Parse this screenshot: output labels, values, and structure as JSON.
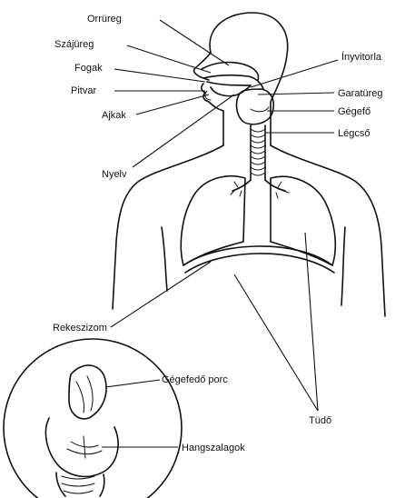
{
  "labels": {
    "orrureg": "Orrüreg",
    "szajureg": "Szájüreg",
    "fogak": "Fogak",
    "pitvar": "Pitvar",
    "ajkak": "Ajkak",
    "nyelv": "Nyelv",
    "nyvitorla": "Ínyvitorla",
    "garatureg": "Garatüreg",
    "gegefo": "Gégefő",
    "legcso": "Légcső",
    "rekeszizom": "Rekeszizom",
    "tudo": "Tüdő",
    "gegefedo_porc": "Gégefedő porc",
    "hangszalagok": "Hangszalagok"
  }
}
